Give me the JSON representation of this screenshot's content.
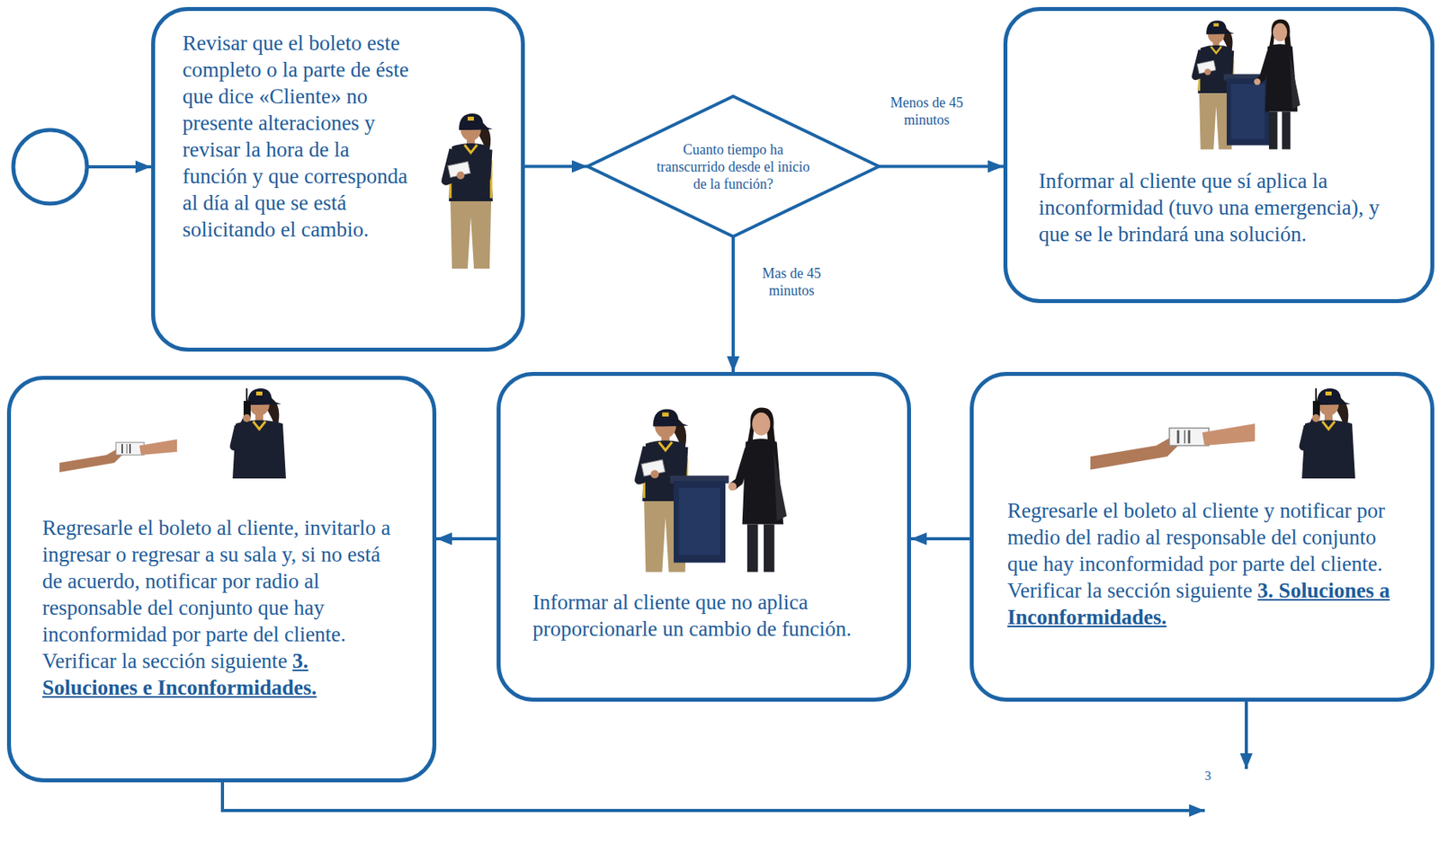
{
  "diagram": {
    "nodes": [
      {
        "text": [
          "Revisar que el boleto este completo o la parte de éste que dice «Cliente» no presente alteraciones y revisar la hora de la función y que corresponda al día al que se está solicitando el cambio."
        ]
      },
      {
        "text": [
          "Cuanto tiempo ha transcurrido desde el inicio de la función?"
        ]
      },
      {
        "text": [
          "Informar al cliente que sí aplica la inconformidad (tuvo una emergencia), y que se le brindará una solución."
        ]
      },
      {
        "text": [
          "Regresarle el boleto al cliente, invitarlo a ingresar o regresar a su sala y, si no está de acuerdo, notificar por radio al responsable del conjunto que hay inconformidad por parte del cliente. Verificar la sección siguiente",
          "3. Soluciones e Inconformidades."
        ]
      },
      {
        "text": [
          "Informar al cliente que no aplica proporcionarle un cambio de función."
        ]
      },
      {
        "text": [
          "Regresarle el boleto al cliente y notificar por medio del radio al responsable del conjunto que hay inconformidad por parte del cliente. Verificar la sección siguiente",
          "3. Soluciones a Inconformidades."
        ]
      },
      {
        "text": [
          "3"
        ]
      }
    ],
    "edges": [
      {
        "from": 0,
        "to": 1,
        "arrow": "to"
      },
      {
        "from": 1,
        "to": 2,
        "label": "Menos de 45 minutos",
        "arrow": "to"
      },
      {
        "from": 1,
        "to": 4,
        "label": "Mas de 45 minutos",
        "arrow": "to"
      },
      {
        "from": 5,
        "to": 4,
        "arrow": "to"
      },
      {
        "from": 4,
        "to": 3,
        "arrow": "to"
      },
      {
        "from": 5,
        "to": 6,
        "arrow": "to"
      },
      {
        "from": 3,
        "to": 6,
        "arrow": "to"
      }
    ]
  }
}
